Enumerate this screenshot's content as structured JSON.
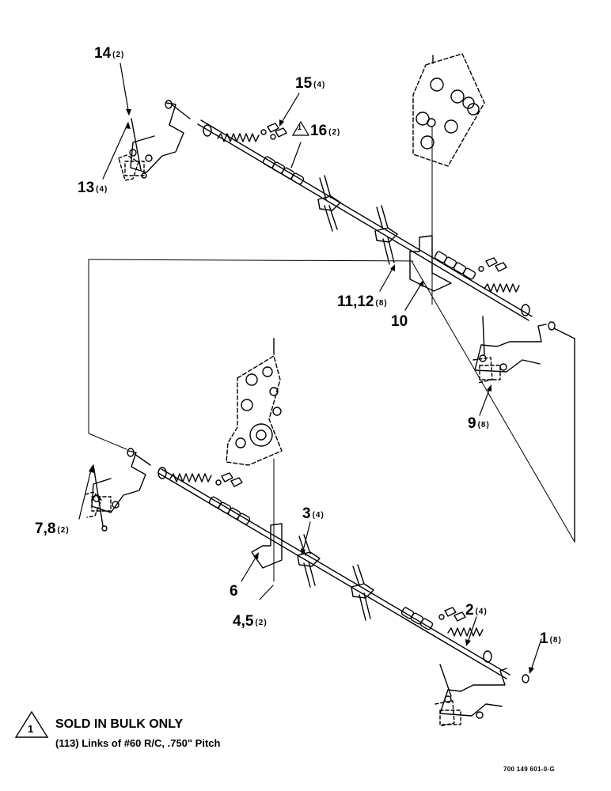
{
  "callouts": {
    "c14": {
      "num": "14",
      "qty": "(2)"
    },
    "c15": {
      "num": "15",
      "qty": "(4)"
    },
    "c16": {
      "num": "16",
      "qty": "(2)"
    },
    "c13": {
      "num": "13",
      "qty": "(4)"
    },
    "c11_12": {
      "num": "11,12",
      "qty": "(8)"
    },
    "c10": {
      "num": "10",
      "qty": ""
    },
    "c9": {
      "num": "9",
      "qty": "(8)"
    },
    "c7_8": {
      "num": "7,8",
      "qty": "(2)"
    },
    "c3": {
      "num": "3",
      "qty": "(4)"
    },
    "c6": {
      "num": "6",
      "qty": ""
    },
    "c4_5": {
      "num": "4,5",
      "qty": "(2)"
    },
    "c2": {
      "num": "2",
      "qty": "(4)"
    },
    "c1": {
      "num": "1",
      "qty": "(8)"
    }
  },
  "note": {
    "symbol": "1",
    "title": "SOLD IN BULK ONLY",
    "body": "(113) Links of #60 R/C, .750\" Pitch"
  },
  "tri16_symbol": "1",
  "drawing_number": "700 149 601-0-G"
}
